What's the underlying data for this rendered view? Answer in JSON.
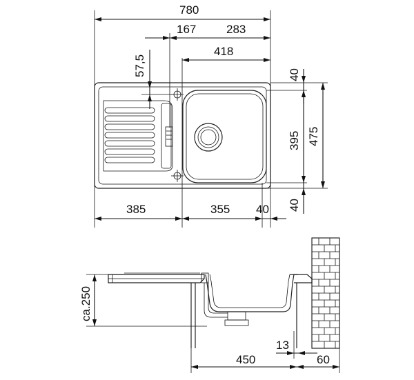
{
  "top_view": {
    "overall_width": "780",
    "offset_left_to_corner": "167",
    "offset_corner_to_right": "283",
    "bowl_width": "418",
    "corner_hole_offset": "57,5",
    "top_margin": "40",
    "bowl_depth": "395",
    "overall_depth": "475",
    "bottom_margin": "40",
    "drainer_width": "385",
    "bowl_span": "355",
    "right_margin": "40"
  },
  "side_view": {
    "height": "ca.250",
    "cabinet_depth": "450",
    "rim_overhang": "13",
    "wall_gap": "60"
  }
}
